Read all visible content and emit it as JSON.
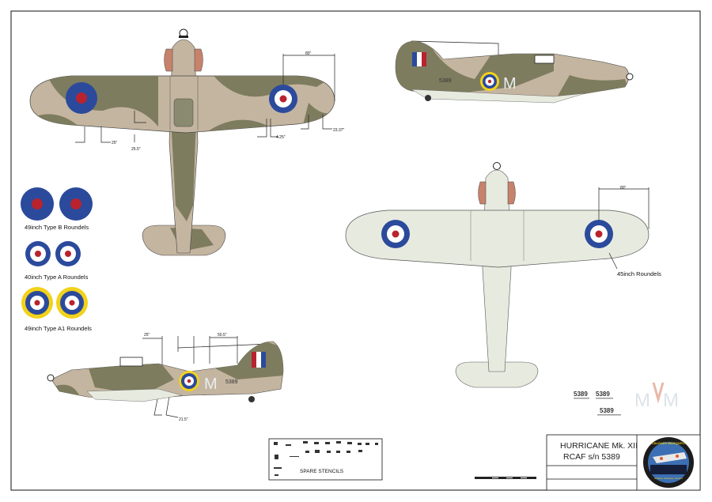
{
  "title_block": {
    "line1": "HURRICANE Mk. XII",
    "line2": "RCAF s/n 5389",
    "logo_text": "CALGARY MOSQUITO SOCIETY",
    "logo_subtext": "Restore, Preserve, Honour and Educate"
  },
  "roundel_legend": [
    {
      "label": "49inch Type B Roundels",
      "type": "B"
    },
    {
      "label": "40inch Type A Roundels",
      "type": "A"
    },
    {
      "label": "49inch Type A1 Roundels",
      "type": "A1"
    }
  ],
  "underside_label": "45inch Roundels",
  "stencils": {
    "label": "SPARE STENCILS"
  },
  "serials": [
    "5389",
    "5389",
    "5389"
  ],
  "aircraft_marking": {
    "code_letter": "M",
    "serial": "5389"
  },
  "dimensions": {
    "top_wing_span": "80\"",
    "top_inner_a": "25\"",
    "top_inner_b": "25.5\"",
    "top_outer_a": "4.25\"",
    "top_outer_b": "23.37\"",
    "under_wing_span": "80\"",
    "side_a": "25\"",
    "side_b": "50.5\"",
    "side_c": "21.5\""
  },
  "colors": {
    "sand": "#c4b5a0",
    "green": "#7e7c5f",
    "underside": "#e7eadf",
    "roundel_blue": "#2b4a9c",
    "roundel_red": "#b8232e",
    "roundel_yellow": "#f2d21a",
    "code_letter": "#e8edf0"
  }
}
